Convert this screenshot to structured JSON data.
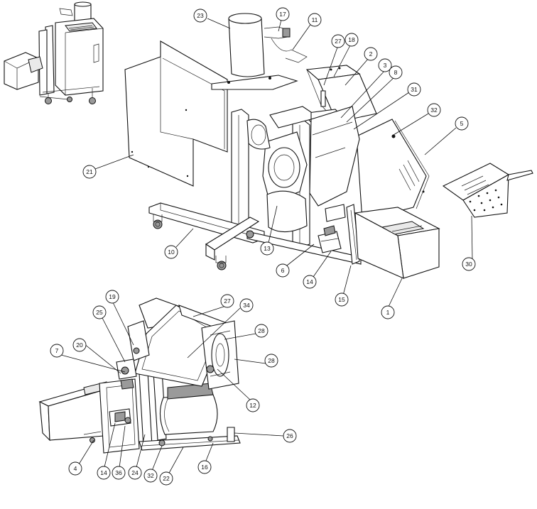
{
  "callouts": [
    {
      "id": "c23",
      "label": "23"
    },
    {
      "id": "c17",
      "label": "17"
    },
    {
      "id": "c11",
      "label": "11"
    },
    {
      "id": "c27a",
      "label": "27"
    },
    {
      "id": "c18",
      "label": "18"
    },
    {
      "id": "c2",
      "label": "2"
    },
    {
      "id": "c3",
      "label": "3"
    },
    {
      "id": "c8",
      "label": "8"
    },
    {
      "id": "c31",
      "label": "31"
    },
    {
      "id": "c32a",
      "label": "32"
    },
    {
      "id": "c5",
      "label": "5"
    },
    {
      "id": "c21",
      "label": "21"
    },
    {
      "id": "c13",
      "label": "13"
    },
    {
      "id": "c10",
      "label": "10"
    },
    {
      "id": "c6",
      "label": "6"
    },
    {
      "id": "c14a",
      "label": "14"
    },
    {
      "id": "c15",
      "label": "15"
    },
    {
      "id": "c1",
      "label": "1"
    },
    {
      "id": "c30",
      "label": "30"
    },
    {
      "id": "c19",
      "label": "19"
    },
    {
      "id": "c25",
      "label": "25"
    },
    {
      "id": "c27b",
      "label": "27"
    },
    {
      "id": "c34",
      "label": "34"
    },
    {
      "id": "c28a",
      "label": "28"
    },
    {
      "id": "c7",
      "label": "7"
    },
    {
      "id": "c20",
      "label": "20"
    },
    {
      "id": "c28b",
      "label": "28"
    },
    {
      "id": "c12",
      "label": "12"
    },
    {
      "id": "c26",
      "label": "26"
    },
    {
      "id": "c4",
      "label": "4"
    },
    {
      "id": "c14b",
      "label": "14"
    },
    {
      "id": "c36",
      "label": "36"
    },
    {
      "id": "c24",
      "label": "24"
    },
    {
      "id": "c32b",
      "label": "32"
    },
    {
      "id": "c22",
      "label": "22"
    },
    {
      "id": "c16",
      "label": "16"
    }
  ]
}
